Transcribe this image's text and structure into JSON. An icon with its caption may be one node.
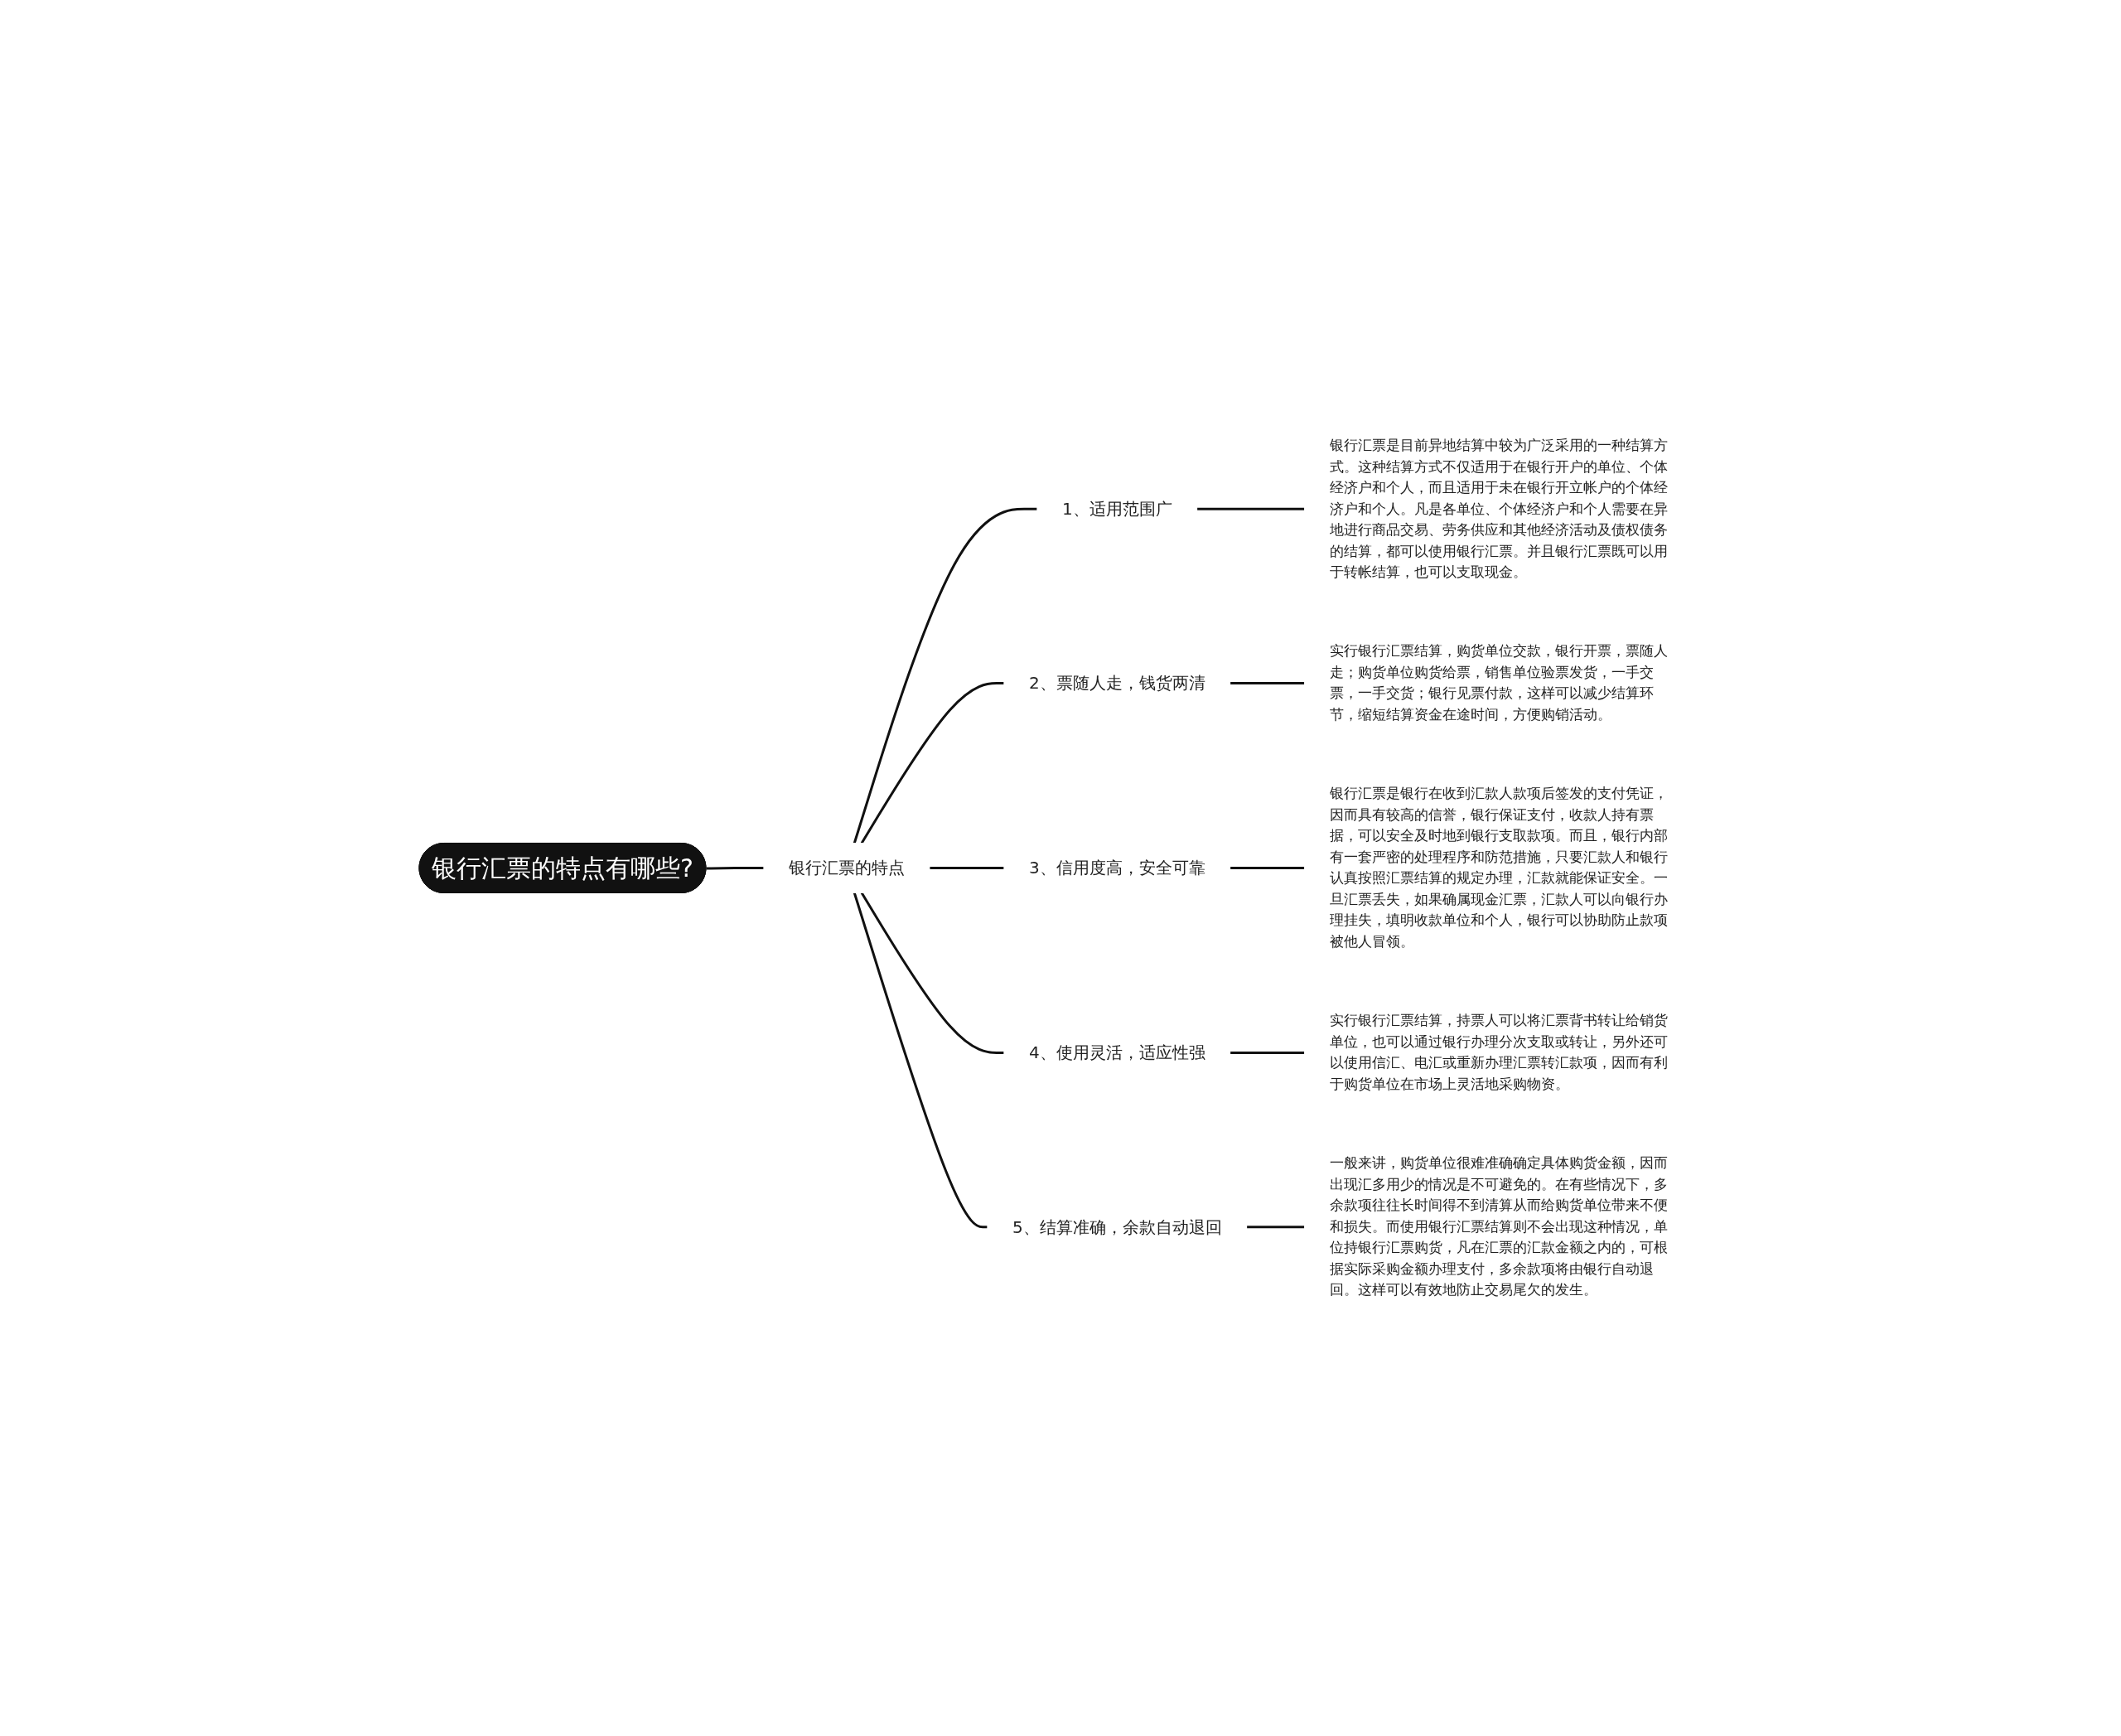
{
  "diagram": {
    "nodes": [
      {
        "text": [
          "银行汇票的特点有哪些?"
        ]
      },
      {
        "text": [
          "银行汇票的特点"
        ]
      },
      {
        "text": [
          "1、适用范围广"
        ]
      },
      {
        "text": [
          "2、票随人走，钱货两清"
        ]
      },
      {
        "text": [
          "3、信用度高，安全可靠"
        ]
      },
      {
        "text": [
          "4、使用灵活，适应性强"
        ]
      },
      {
        "text": [
          "5、结算准确，余款自动退回"
        ]
      },
      {
        "text": [
          "银行汇票是目前异地结算中较为广泛采用的一种结算方式。这种结算方式不仅适用于在银行开户的单位、个体经济户和个人，而且适用于未在银行开立帐户的个体经济户和个人。凡是各单位、个体经济户和个人需要在异地进行商品交易、劳务供应和其他经济活动及债权债务的结算，都可以使用银行汇票。并且银行汇票既可以用于转帐结算，也可以支取现金。"
        ]
      },
      {
        "text": [
          "实行银行汇票结算，购货单位交款，银行开票，票随人走；购货单位购货给票，销售单位验票发货，一手交票，一手交货；银行见票付款，这样可以减少结算环节，缩短结算资金在途时间，方便购销活动。"
        ]
      },
      {
        "text": [
          "银行汇票是银行在收到汇款人款项后签发的支付凭证，因而具有较高的信誉，银行保证支付，收款人持有票据，可以安全及时地到银行支取款项。而且，银行内部有一套严密的处理程序和防范措施，只要汇款人和银行认真按照汇票结算的规定办理，汇款就能保证安全。一旦汇票丢失，如果确属现金汇票，汇款人可以向银行办理挂失，填明收款单位和个人，银行可以协助防止款项被他人冒领。"
        ]
      },
      {
        "text": [
          "实行银行汇票结算，持票人可以将汇票背书转让给销货单位，也可以通过银行办理分次支取或转让，另外还可以使用信汇、电汇或重新办理汇票转汇款项，因而有利于购货单位在市场上灵活地采购物资。"
        ]
      },
      {
        "text": [
          "一般来讲，购货单位很难准确确定具体购货金额，因而出现汇多用少的情况是不可避免的。在有些情况下，多余款项往往长时间得不到清算从而给购货单位带来不便和损失。而使用银行汇票结算则不会出现这种情况，单位持银行汇票购货，凡在汇票的汇款金额之内的，可根据实际采购金额办理支付，多余款项将由银行自动退回。这样可以有效地防止交易尾欠的发生。"
        ]
      }
    ],
    "edges": [
      {
        "from": 0,
        "to": 1,
        "arrow": "none"
      },
      {
        "from": 1,
        "to": 2,
        "arrow": "none"
      },
      {
        "from": 1,
        "to": 3,
        "arrow": "none"
      },
      {
        "from": 1,
        "to": 4,
        "arrow": "none"
      },
      {
        "from": 1,
        "to": 5,
        "arrow": "none"
      },
      {
        "from": 1,
        "to": 6,
        "arrow": "none"
      },
      {
        "from": 2,
        "to": 7,
        "arrow": "none"
      },
      {
        "from": 3,
        "to": 8,
        "arrow": "none"
      },
      {
        "from": 4,
        "to": 9,
        "arrow": "none"
      },
      {
        "from": 5,
        "to": 10,
        "arrow": "none"
      },
      {
        "from": 6,
        "to": 11,
        "arrow": "none"
      }
    ]
  }
}
